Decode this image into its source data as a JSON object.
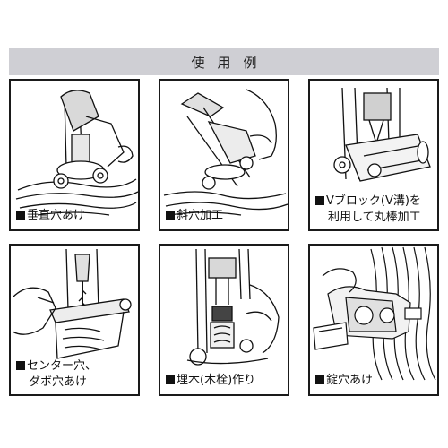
{
  "header": {
    "title": "使用例"
  },
  "panels": [
    {
      "caption": "垂直穴あけ"
    },
    {
      "caption": "斜穴加工"
    },
    {
      "caption_line1": "Vブロック(V溝)を",
      "caption_line2": "利用して丸棒加工"
    },
    {
      "caption_line1": "センター穴、",
      "caption_line2": "ダボ穴あけ"
    },
    {
      "caption": "埋木(木栓)作り"
    },
    {
      "caption": "錠穴あけ"
    }
  ]
}
